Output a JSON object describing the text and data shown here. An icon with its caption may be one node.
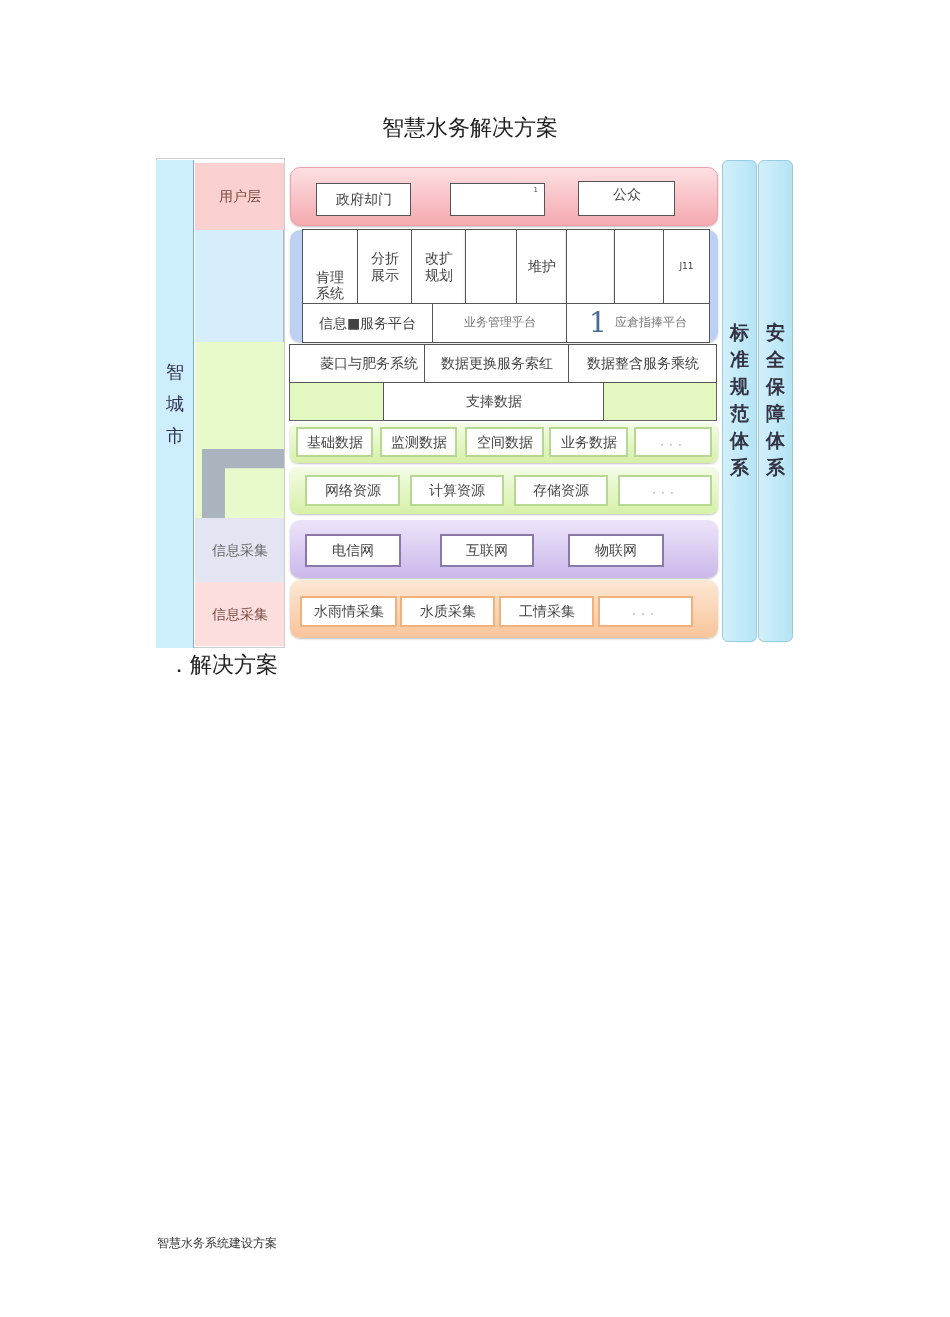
{
  "diagram": {
    "title": "智慧水务解决方案",
    "nodes": [
      {
        "text": [
          "智城市"
        ]
      },
      {
        "text": [
          "用户层"
        ]
      },
      {
        "text": [
          "信息采集"
        ]
      },
      {
        "text": [
          "信息采集"
        ]
      },
      {
        "text": [],
        "shape": "box"
      },
      {
        "text": [
          "政府却门"
        ],
        "in": 4
      },
      {
        "text": [
          "1"
        ],
        "in": 4
      },
      {
        "text": [
          "公众"
        ],
        "in": 4
      },
      {
        "text": [],
        "shape": "box"
      },
      {
        "text": [
          "肯理系统"
        ],
        "in": 8
      },
      {
        "text": [
          "分折展示"
        ],
        "in": 8
      },
      {
        "text": [
          "改扩规划"
        ],
        "in": 8
      },
      {
        "text": [],
        "shape": "box",
        "in": 8
      },
      {
        "text": [
          "堆护"
        ],
        "in": 8
      },
      {
        "text": [],
        "shape": "box",
        "in": 8
      },
      {
        "text": [],
        "shape": "box",
        "in": 8
      },
      {
        "text": [
          "J11"
        ],
        "in": 8
      },
      {
        "text": [
          "信息■服务平台"
        ],
        "in": 8
      },
      {
        "text": [
          "业务管理乎台"
        ],
        "in": 8
      },
      {
        "text": [
          "1",
          "应倉指捧平台"
        ],
        "in": 8
      },
      {
        "text": [
          "菱口与肥务系统"
        ]
      },
      {
        "text": [
          "数据更换服务索红"
        ]
      },
      {
        "text": [
          "数据整含服务乘统"
        ]
      },
      {
        "text": [
          "支捧数据"
        ]
      },
      {
        "text": [],
        "shape": "box"
      },
      {
        "text": [
          "基础数据"
        ],
        "in": 24
      },
      {
        "text": [
          "监测数据"
        ],
        "in": 24
      },
      {
        "text": [
          "空间数据"
        ],
        "in": 24
      },
      {
        "text": [
          "业务数据"
        ],
        "in": 24
      },
      {
        "text": [
          "。。。"
        ],
        "in": 24
      },
      {
        "text": [],
        "shape": "box"
      },
      {
        "text": [
          "网络资源"
        ],
        "in": 30
      },
      {
        "text": [
          "计算资源"
        ],
        "in": 30
      },
      {
        "text": [
          "存储资源"
        ],
        "in": 30
      },
      {
        "text": [
          "。。。"
        ],
        "in": 30
      },
      {
        "text": [],
        "shape": "box"
      },
      {
        "text": [
          "电信网"
        ],
        "in": 35
      },
      {
        "text": [
          "互联网"
        ],
        "in": 35
      },
      {
        "text": [
          "物联网"
        ],
        "in": 35
      },
      {
        "text": [],
        "shape": "box"
      },
      {
        "text": [
          "水雨情采集"
        ],
        "in": 39
      },
      {
        "text": [
          "水质采集"
        ],
        "in": 39
      },
      {
        "text": [
          "工情采集"
        ],
        "in": 39
      },
      {
        "text": [
          "。。。"
        ],
        "in": 39
      },
      {
        "text": [
          "标准规范体系"
        ]
      },
      {
        "text": [
          "安全保障体系"
        ]
      }
    ],
    "labels": [
      "．解决方案",
      "智慧水务系统建设方案"
    ]
  }
}
